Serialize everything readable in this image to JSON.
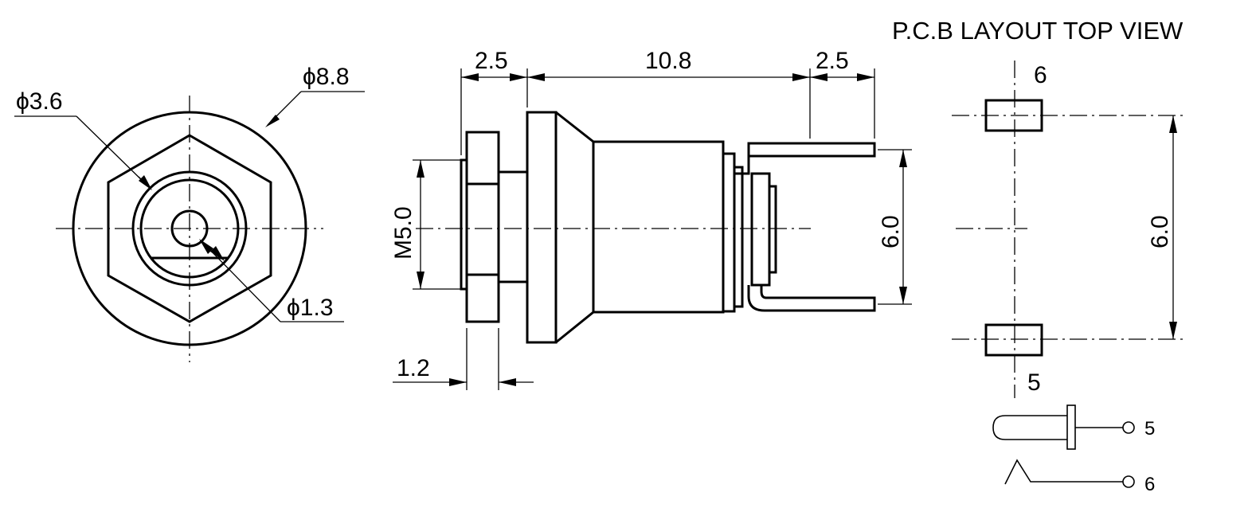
{
  "title": "P.C.B LAYOUT  TOP VIEW",
  "front_view": {
    "dia_outer": "ϕ8.8",
    "dia_mid": "ϕ3.6",
    "dia_pin": "ϕ1.3"
  },
  "side_view": {
    "dim_top_left": "2.5",
    "dim_top_mid": "10.8",
    "dim_top_right": "2.5",
    "thread": "M5.0",
    "pin_spacing": "6.0",
    "dim_bottom": "1.2"
  },
  "pcb_layout": {
    "pad_top_label": "6",
    "pad_bottom_label": "5",
    "pad_spacing": "6.0"
  },
  "schematic": {
    "pin_a": "5",
    "pin_b": "6"
  }
}
